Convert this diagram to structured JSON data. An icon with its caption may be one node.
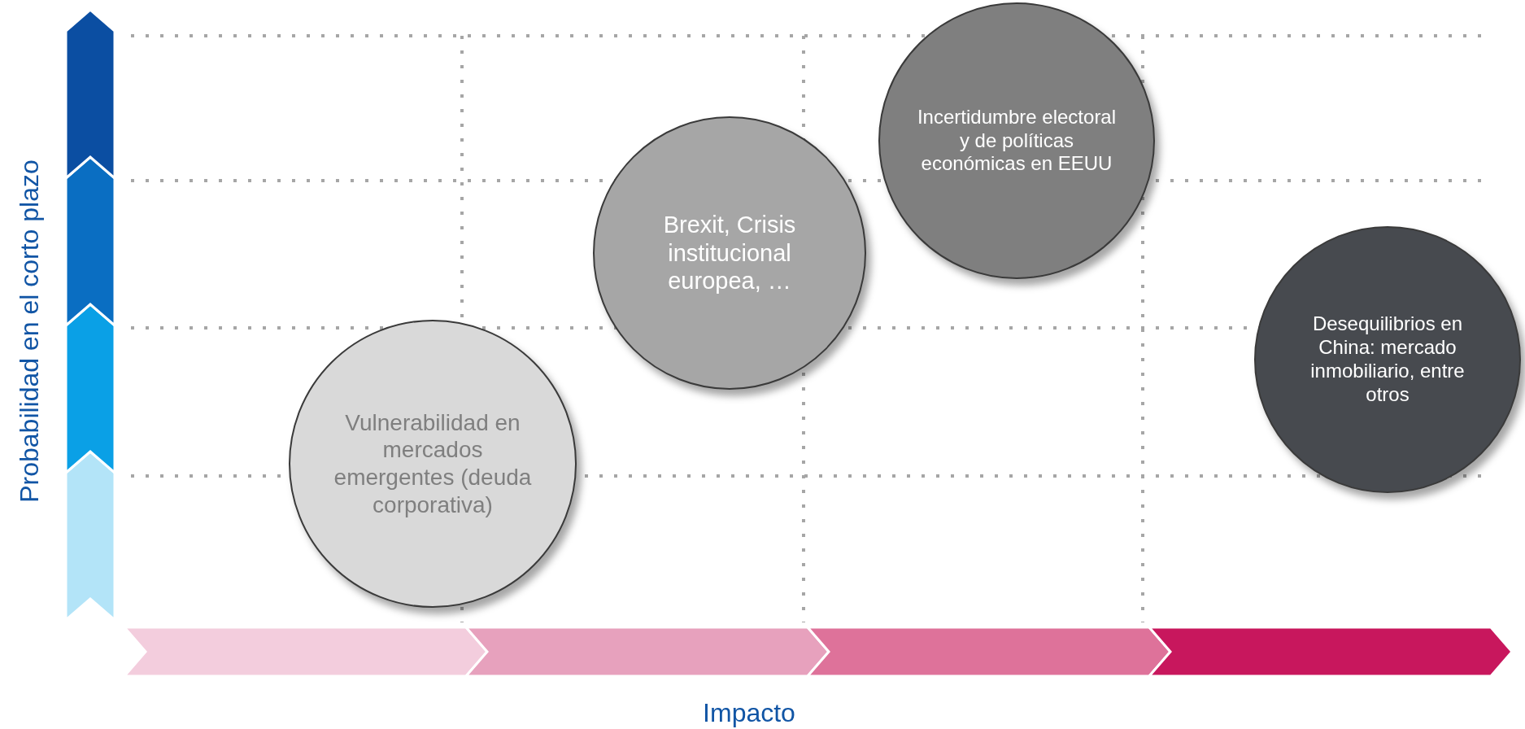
{
  "diagram": {
    "nodes": [
      {
        "text": [
          "Brexit, Crisis institucional europea, …"
        ]
      },
      {
        "text": [
          "Incertidumbre electoral y de políticas económicas en EEUU"
        ]
      },
      {
        "text": [
          "Desequilibrios en China: mercado inmobiliario, entre otros"
        ]
      },
      {
        "text": [
          "Vulnerabilidad en mercados emergentes (deuda corporativa)"
        ]
      }
    ],
    "labels": [
      "Probabilidad en el corto plazo",
      "Impacto"
    ]
  }
}
